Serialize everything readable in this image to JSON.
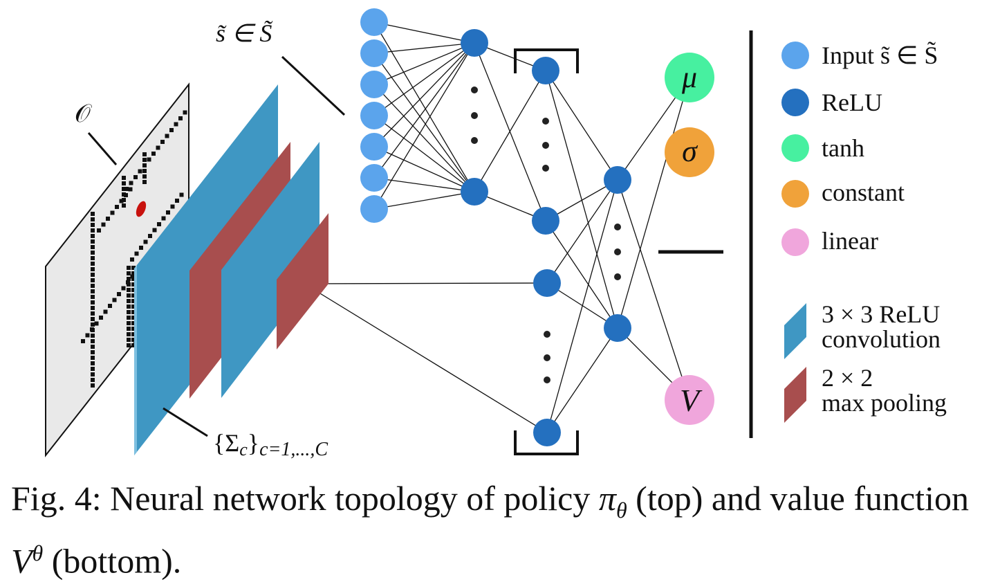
{
  "labels": {
    "state_label": "s̃ ∈ S̃",
    "obs_label": "𝒪",
    "cov_label_main": "{Σ",
    "cov_label_sub": "c",
    "cov_label_close": "}",
    "cov_label_range": "c=1,...,C"
  },
  "outputs": {
    "mu": "μ",
    "sigma": "σ",
    "value": "V"
  },
  "legend": {
    "input": "Input  s̃ ∈ S̃",
    "relu": "ReLU",
    "tanh": "tanh",
    "constant": "constant",
    "linear": "linear",
    "conv_line1": "3 × 3 ReLU",
    "conv_line2": "convolution",
    "pool_line1": "2 × 2",
    "pool_line2": "max pooling"
  },
  "caption": {
    "prefix": "Fig. 4: Neural network topology of policy ",
    "pi": "π",
    "theta_sub": "θ",
    "middle": " (top) and value function ",
    "v": "V",
    "theta_sup": "θ",
    "suffix": " (bottom)."
  },
  "colors": {
    "input": "#5ba4ec",
    "relu": "#2470bf",
    "tanh": "#47f0a0",
    "constant": "#f0a23a",
    "linear": "#f0a6dc",
    "conv": "#3f97c3",
    "pool": "#a84e4e",
    "obstacle_sheet": "#e9e9e9",
    "obstacle_dot": "#c8120e"
  }
}
